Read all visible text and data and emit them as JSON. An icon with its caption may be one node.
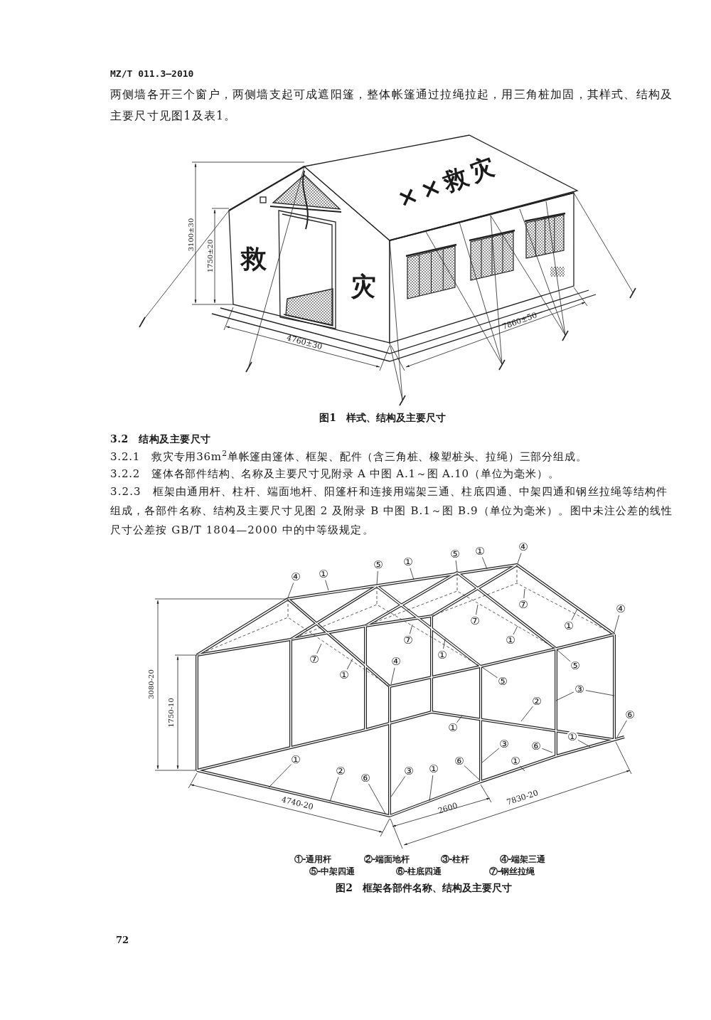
{
  "diagram": {
    "nodes": [
      {
        "text": [
          "④"
        ]
      },
      {
        "text": [
          "①"
        ]
      },
      {
        "text": [
          "⑤"
        ]
      },
      {
        "text": [
          "①"
        ]
      },
      {
        "text": [
          "⑤"
        ]
      },
      {
        "text": [
          "①"
        ]
      },
      {
        "text": [
          "④"
        ]
      },
      {
        "text": [
          "⑦"
        ]
      },
      {
        "text": [
          "④"
        ]
      },
      {
        "text": [
          "⑦"
        ]
      },
      {
        "text": [
          "①"
        ]
      },
      {
        "text": [
          "⑦"
        ]
      },
      {
        "text": [
          "①"
        ]
      },
      {
        "text": [
          "①"
        ]
      },
      {
        "text": [
          "⑦"
        ]
      },
      {
        "text": [
          "④"
        ]
      },
      {
        "text": [
          "⑤"
        ]
      },
      {
        "text": [
          "①"
        ]
      },
      {
        "text": [
          "⑤"
        ]
      },
      {
        "text": [
          "③"
        ]
      },
      {
        "text": [
          "②"
        ]
      },
      {
        "text": [
          "⑥"
        ]
      },
      {
        "text": [
          "①"
        ]
      },
      {
        "text": [
          "⑥"
        ]
      },
      {
        "text": [
          "③"
        ]
      },
      {
        "text": [
          "①"
        ]
      },
      {
        "text": [
          "①"
        ]
      },
      {
        "text": [
          "①"
        ]
      },
      {
        "text": [
          "⑥"
        ]
      },
      {
        "text": [
          "①"
        ]
      },
      {
        "text": [
          "③"
        ]
      },
      {
        "text": [
          "②"
        ]
      },
      {
        "text": [
          "⑥"
        ]
      }
    ],
    "edges": [
      {
        "from": 0,
        "to": null,
        "arrow": "none"
      },
      {
        "from": 1,
        "to": null,
        "arrow": "none"
      },
      {
        "from": 2,
        "to": null,
        "arrow": "none"
      },
      {
        "from": 3,
        "to": null,
        "arrow": "none"
      },
      {
        "from": 4,
        "to": null,
        "arrow": "none"
      },
      {
        "from": 5,
        "to": null,
        "arrow": "none"
      },
      {
        "from": 6,
        "to": null,
        "arrow": "none"
      },
      {
        "from": 7,
        "to": null,
        "arrow": "none"
      },
      {
        "from": 8,
        "to": null,
        "arrow": "none"
      },
      {
        "from": 9,
        "to": null,
        "arrow": "none"
      },
      {
        "from": 10,
        "to": null,
        "arrow": "none"
      },
      {
        "from": 11,
        "to": null,
        "arrow": "none"
      },
      {
        "from": 12,
        "to": null,
        "arrow": "none"
      },
      {
        "from": 13,
        "to": null,
        "arrow": "none"
      },
      {
        "from": 14,
        "to": null,
        "arrow": "none"
      },
      {
        "from": 15,
        "to": null,
        "arrow": "none"
      },
      {
        "from": 16,
        "to": null,
        "arrow": "none"
      },
      {
        "from": 17,
        "to": null,
        "arrow": "none"
      },
      {
        "from": 18,
        "to": null,
        "arrow": "none"
      },
      {
        "from": 19,
        "to": null,
        "arrow": "none"
      },
      {
        "from": 19,
        "to": null,
        "arrow": "none"
      },
      {
        "from": 20,
        "to": null,
        "arrow": "none"
      },
      {
        "from": 21,
        "to": null,
        "arrow": "none"
      },
      {
        "from": 22,
        "to": null,
        "arrow": "none"
      },
      {
        "from": 23,
        "to": null,
        "arrow": "none"
      },
      {
        "from": 24,
        "to": null,
        "arrow": "none"
      },
      {
        "from": 25,
        "to": null,
        "arrow": "none"
      },
      {
        "from": 26,
        "to": null,
        "arrow": "none"
      },
      {
        "from": 27,
        "to": null,
        "arrow": "none"
      },
      {
        "from": 28,
        "to": null,
        "arrow": "none"
      },
      {
        "from": 29,
        "to": null,
        "arrow": "none"
      },
      {
        "from": 30,
        "to": null,
        "arrow": "none"
      },
      {
        "from": 31,
        "to": null,
        "arrow": "none"
      },
      {
        "from": 32,
        "to": null,
        "arrow": "none"
      }
    ],
    "labels": [
      "MZ/T 011.3—2010",
      "两侧墙各开三个窗户，两侧墙支起可成遮阳篷，整体帐篷通过拉绳拉起，用三角桩加固，其样式、结构及主要尺寸见图1及表1。",
      "××救灾",
      "3100±30",
      "1750±20",
      "救",
      "灾",
      "4760±30",
      "7860±50",
      "图1　样式、结构及主要尺寸",
      "3.2　结构及主要尺寸",
      "3.2.1　救灾专用36m$^{2}$单帐篷由篷体、框架、配件（含三角桩、橡塑桩头、拉绳）三部分组成。",
      "3.2.2　篷体各部件结构、名称及主要尺寸见附录 A 中图 A.1～图 A.10（单位为毫米）。",
      "3.2.3　框架由通用杆、柱杆、端面地杆、阳篷杆和连接用端架三通、柱底四通、中架四通和钢丝拉绳等结构件组成，各部件名称、结构及主要尺寸见图 2 及附录 B 中图 B.1～图 B.9（单位为毫米）。图中未注公差的线性尺寸公差按 GB/T 1804—2000 中的中等级规定。",
      "3080-20",
      "1750-10",
      "4740-20",
      "2600",
      "7830-20",
      "①-通用杆",
      "②-端面地杆",
      "③-柱杆",
      "④-端架三通",
      "⑤-中架四通",
      "⑥-柱底四通",
      "⑦-钢丝拉绳",
      "图2　框架各部件名称、结构及主要尺寸",
      "72"
    ]
  }
}
